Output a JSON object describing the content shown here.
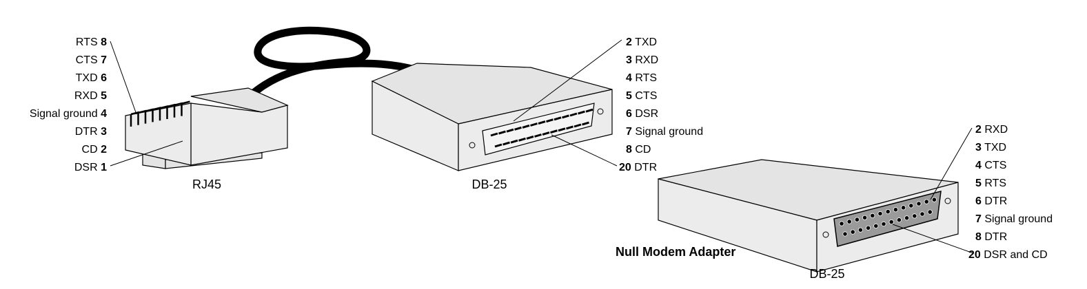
{
  "rj45": {
    "label": "RJ45",
    "pins": [
      {
        "name": "RTS",
        "num": "8"
      },
      {
        "name": "CTS",
        "num": "7"
      },
      {
        "name": "TXD",
        "num": "6"
      },
      {
        "name": "RXD",
        "num": "5"
      },
      {
        "name": "Signal ground",
        "num": "4"
      },
      {
        "name": "DTR",
        "num": "3"
      },
      {
        "name": "CD",
        "num": "2"
      },
      {
        "name": "DSR",
        "num": "1"
      }
    ]
  },
  "db25_cable": {
    "label": "DB-25",
    "pins": [
      {
        "num": "2",
        "name": "TXD"
      },
      {
        "num": "3",
        "name": "RXD"
      },
      {
        "num": "4",
        "name": "RTS"
      },
      {
        "num": "5",
        "name": "CTS"
      },
      {
        "num": "6",
        "name": "DSR"
      },
      {
        "num": "7",
        "name": "Signal ground"
      },
      {
        "num": "8",
        "name": "CD"
      },
      {
        "num": "20",
        "name": "DTR"
      }
    ]
  },
  "null_modem": {
    "title": "Null Modem Adapter",
    "label": "DB-25",
    "pins": [
      {
        "num": "2",
        "name": "RXD"
      },
      {
        "num": "3",
        "name": "TXD"
      },
      {
        "num": "4",
        "name": "CTS"
      },
      {
        "num": "5",
        "name": "RTS"
      },
      {
        "num": "6",
        "name": "DTR"
      },
      {
        "num": "7",
        "name": "Signal ground"
      },
      {
        "num": "8",
        "name": "DTR"
      },
      {
        "num": "20",
        "name": "DSR and CD"
      }
    ]
  }
}
